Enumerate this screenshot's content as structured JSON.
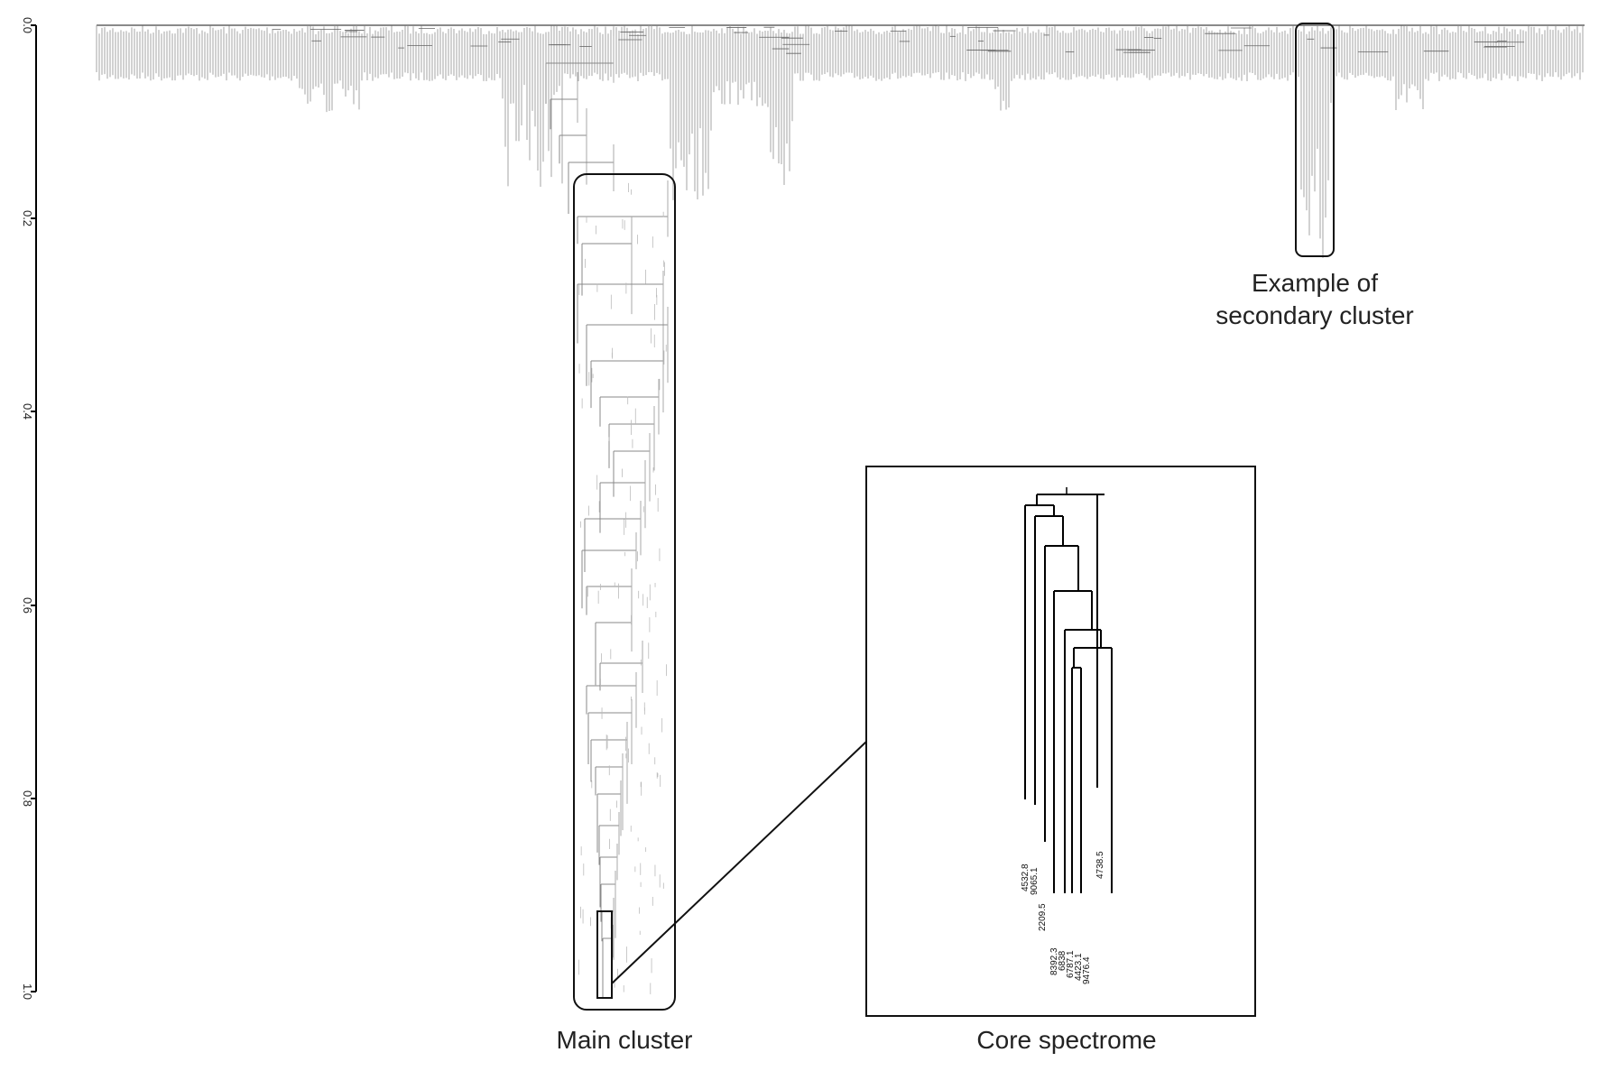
{
  "axis": {
    "ticks": [
      "0.0",
      "0.2",
      "0.4",
      "0.6",
      "0.8",
      "1.0"
    ]
  },
  "captions": {
    "secondary_line1": "Example of",
    "secondary_line2": "secondary cluster",
    "main": "Main cluster",
    "core": "Core spectrome"
  },
  "core_leaves": [
    "4532.8",
    "9065.1",
    "2209.5",
    "8392.3",
    "6838",
    "6787.1",
    "4423.1",
    "9476.4",
    "4738.5"
  ],
  "colors": {
    "tree": "#9a9a9a",
    "frame": "#111111",
    "core_tree": "#000000"
  }
}
